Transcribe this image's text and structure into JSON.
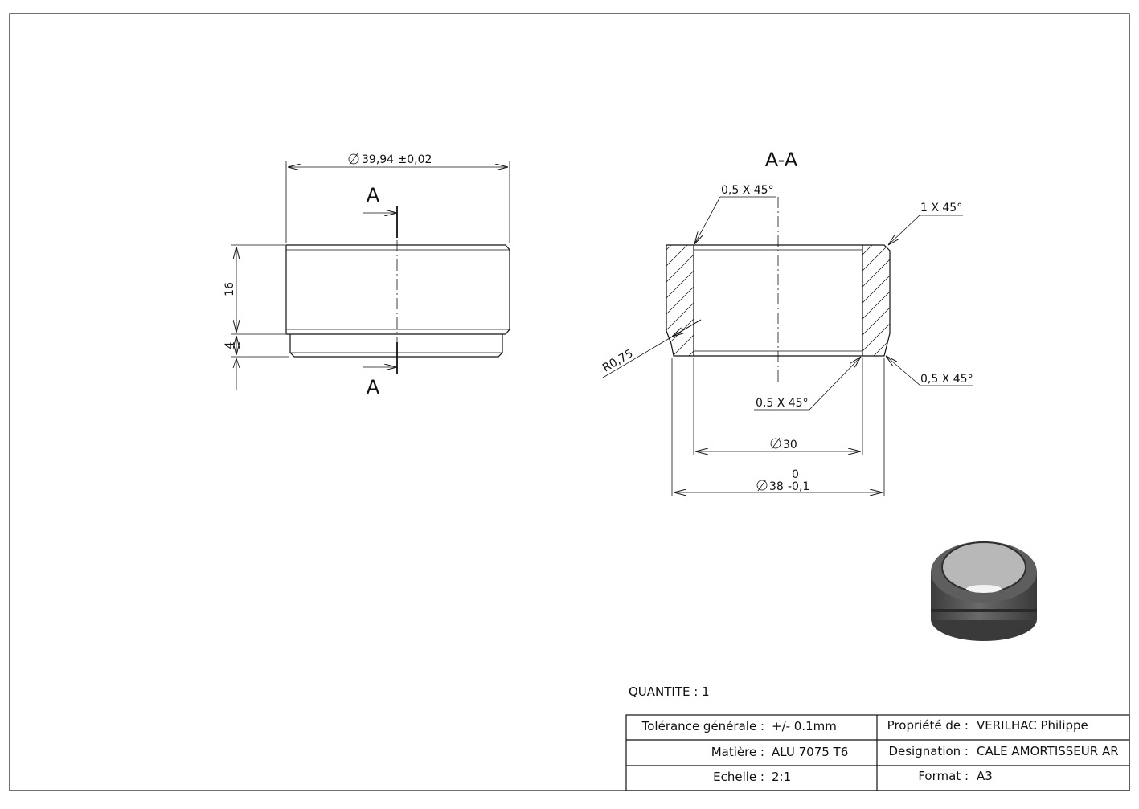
{
  "front_view": {
    "dim_diameter": "39,94 ±0,02",
    "dim_height_main": "16",
    "dim_height_step": "4",
    "section_label_top": "A",
    "section_label_bottom": "A"
  },
  "section_view": {
    "title": "A-A",
    "chamfer_top_left": "0,5 X 45°",
    "chamfer_top_right": "1 X 45°",
    "chamfer_bottom_inner": "0,5 X 45°",
    "chamfer_bottom_right": "0,5 X 45°",
    "radius": "R0,75",
    "dim_inner_diameter": "30",
    "dim_outer_diameter": "38",
    "tol_upper": "0",
    "tol_lower": "-0,1"
  },
  "quantity": "QUANTITE : 1",
  "title_block": {
    "tolerance_label": "Tolérance générale :",
    "tolerance_value": "+/- 0.1mm",
    "material_label": "Matière :",
    "material_value": "ALU 7075 T6",
    "scale_label": "Echelle :",
    "scale_value": "2:1",
    "owner_label": "Propriété de :",
    "owner_value": "VERILHAC Philippe",
    "designation_label": "Designation :",
    "designation_value": "CALE AMORTISSEUR AR",
    "format_label": "Format :",
    "format_value": "A3"
  },
  "colors": {
    "line": "#111111",
    "part_dark": "#4a4a4a",
    "part_mid": "#6e6e6e",
    "part_inner": "#a9a9a9"
  }
}
